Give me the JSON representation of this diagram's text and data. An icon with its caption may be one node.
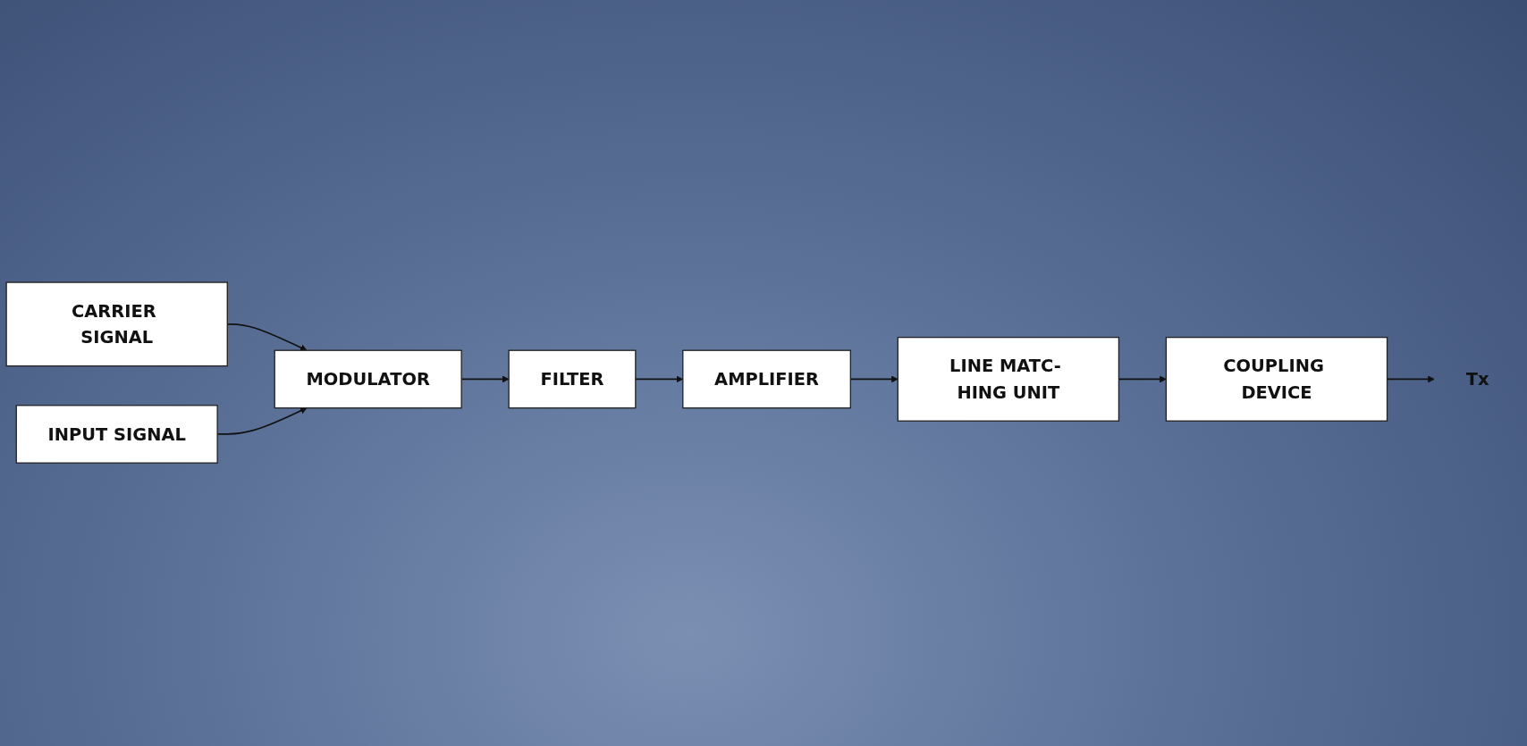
{
  "diagram": {
    "nodes": [
      {
        "text": [
          "CARRIER SIGNAL"
        ]
      },
      {
        "text": [
          "INPUT SIGNAL"
        ]
      },
      {
        "text": [
          "MODULATOR"
        ]
      },
      {
        "text": [
          "FILTER"
        ]
      },
      {
        "text": [
          "Tx"
        ]
      },
      {
        "text": [
          "COUPLING DEVICE"
        ]
      },
      {
        "text": [
          "LINE MATC- HING UNIT"
        ]
      },
      {
        "text": [
          "AMPLIFIER"
        ]
      }
    ],
    "edges": [
      {
        "from": 0,
        "to": 2,
        "arrow": "to"
      },
      {
        "from": 1,
        "to": 2,
        "arrow": "to"
      },
      {
        "from": 2,
        "to": 3,
        "arrow": "to"
      },
      {
        "from": 3,
        "to": 7,
        "arrow": "to"
      },
      {
        "from": 7,
        "to": 6,
        "arrow": "to"
      },
      {
        "from": 6,
        "to": 5,
        "arrow": "to"
      },
      {
        "from": 5,
        "to": 4,
        "arrow": "to"
      }
    ]
  }
}
